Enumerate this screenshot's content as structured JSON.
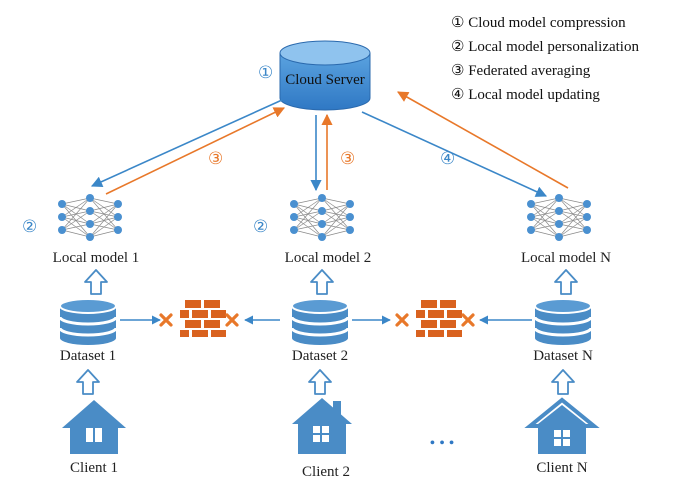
{
  "server": {
    "label": "Cloud Server"
  },
  "legend": [
    {
      "text": "① Cloud model compression"
    },
    {
      "text": "② Local model personalization"
    },
    {
      "text": "③ Federated averaging"
    },
    {
      "text": "④ Local model updating"
    }
  ],
  "steps": {
    "compression": "①",
    "personalization": "②",
    "averaging": "③",
    "updating": "④"
  },
  "models": [
    {
      "label": "Local model 1"
    },
    {
      "label": "Local model 2"
    },
    {
      "label": "Local model N"
    }
  ],
  "datasets": [
    {
      "label": "Dataset 1"
    },
    {
      "label": "Dataset 2"
    },
    {
      "label": "Dataset N"
    }
  ],
  "clients": [
    {
      "label": "Client 1"
    },
    {
      "label": "Client 2"
    },
    {
      "label": "Client N"
    }
  ],
  "ellipsis": "• • •",
  "colors": {
    "blue": "#3b87c8",
    "orange": "#e8782a",
    "firewall": "#d9621f",
    "node": "#4a90d0",
    "hollow_arrow": "#4a8cc6"
  }
}
